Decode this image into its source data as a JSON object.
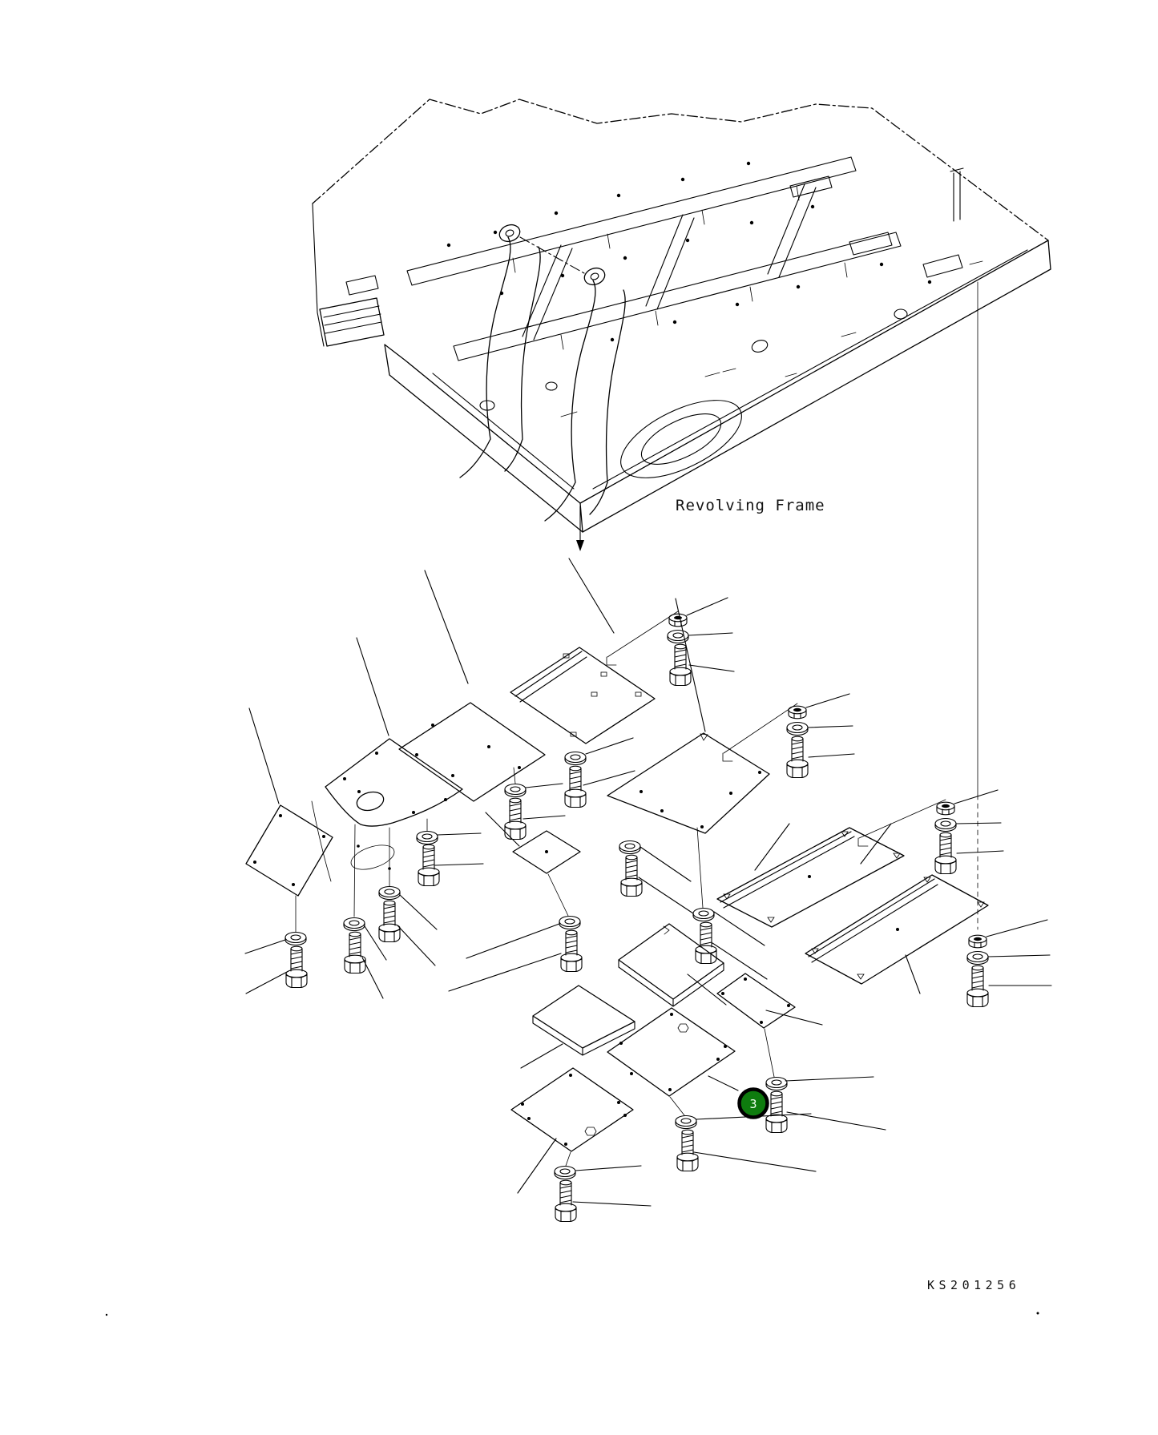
{
  "page": {
    "background": "#ffffff",
    "line_color": "#000000"
  },
  "diagram": {
    "caption": "Revolving Frame",
    "drawing_code": "KS201256",
    "callout": {
      "number": "3",
      "fill": "#0e7c0e",
      "ring": "#000000",
      "text": "#f2fff2"
    },
    "parts_summary": {
      "under_cover_plates": 13,
      "hex_bolts": 16,
      "washers": 16,
      "nuts": 4
    }
  }
}
